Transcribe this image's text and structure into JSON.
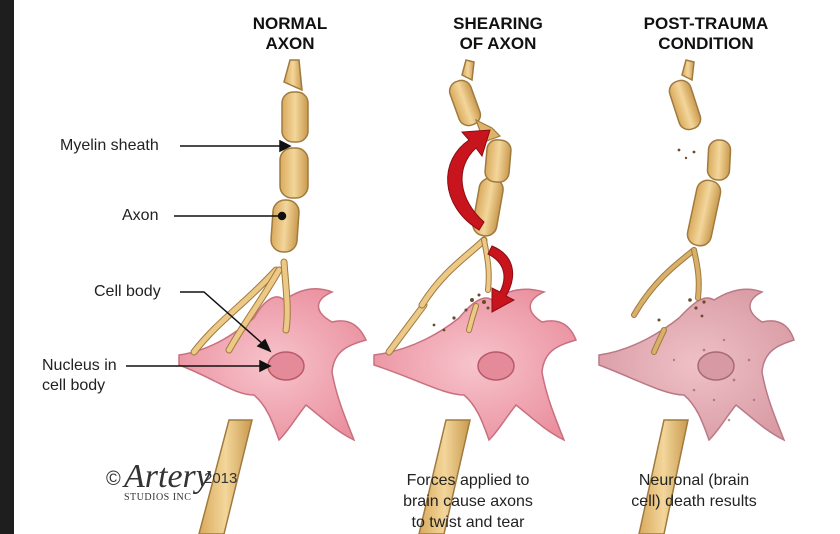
{
  "columns": [
    {
      "id": "normal",
      "heading": "NORMAL\nAXON",
      "caption": ""
    },
    {
      "id": "shearing",
      "heading": "SHEARING\nOF AXON",
      "caption": "Forces applied to\nbrain cause axons\nto twist and tear"
    },
    {
      "id": "post",
      "heading": "POST-TRAUMA\nCONDITION",
      "caption": "Neuronal (brain\ncell) death results"
    }
  ],
  "labels": {
    "myelin": "Myelin sheath",
    "axon": "Axon",
    "cell_body": "Cell body",
    "nucleus": "Nucleus in\ncell body"
  },
  "copyright": {
    "symbol": "©",
    "brand": "Artery",
    "studio": "STUDIOS INC",
    "year": "2013"
  },
  "colors": {
    "cell_pink": "#f1a7b3",
    "cell_outline": "#c9707f",
    "axon_tan": "#e8c27a",
    "axon_outline": "#a07a3e",
    "arrow_red": "#c8141c"
  }
}
